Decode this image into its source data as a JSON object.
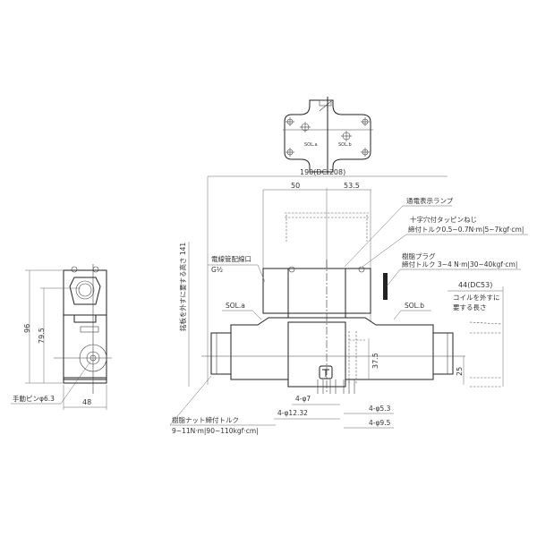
{
  "top_view": {
    "port_a_label": "SOL.a",
    "port_b_label": "SOL.b",
    "nameplate": "nameplate"
  },
  "dimensions": {
    "overall_length": "190",
    "overall_length_dc": "(DC:208)",
    "left_half": "50",
    "right_half": "53.5",
    "height_to_remove_coil": "銘板を外すに要する高さ 141",
    "coil_clearance": "44",
    "coil_clearance_dc": "(DC53)",
    "coil_clearance_note_line1": "コイルを外すに",
    "coil_clearance_note_line2": "要する長さ",
    "center_height": "37.5",
    "port_offset": "25",
    "side_height_total": "96",
    "side_height_center": "79.5",
    "side_width": "48",
    "hole_a": "4-φ7",
    "hole_b": "4-φ12.32",
    "hole_c": "4-φ5.3",
    "hole_d": "4-φ9.5"
  },
  "callouts": {
    "indicator_lamp": "通電表示ランプ",
    "screw_line1": "十字穴付タッピンねじ",
    "screw_line2": "締付トルク0.5~0.7N·m|5~7kgf·cm|",
    "plug_line1": "樹脂プラグ",
    "plug_line2": "締付トルク 3~4 N·m|30~40kgf·cm|",
    "conduit_line1": "電線管配線口",
    "conduit_line2": "G½",
    "sol_a": "SOL.a",
    "sol_b": "SOL.b",
    "nut_line1": "樹脂ナット締付トルク",
    "nut_line2": "9~11N·m|90~110kgf·cm|",
    "manual_pin": "手動ピンφ6.3"
  }
}
